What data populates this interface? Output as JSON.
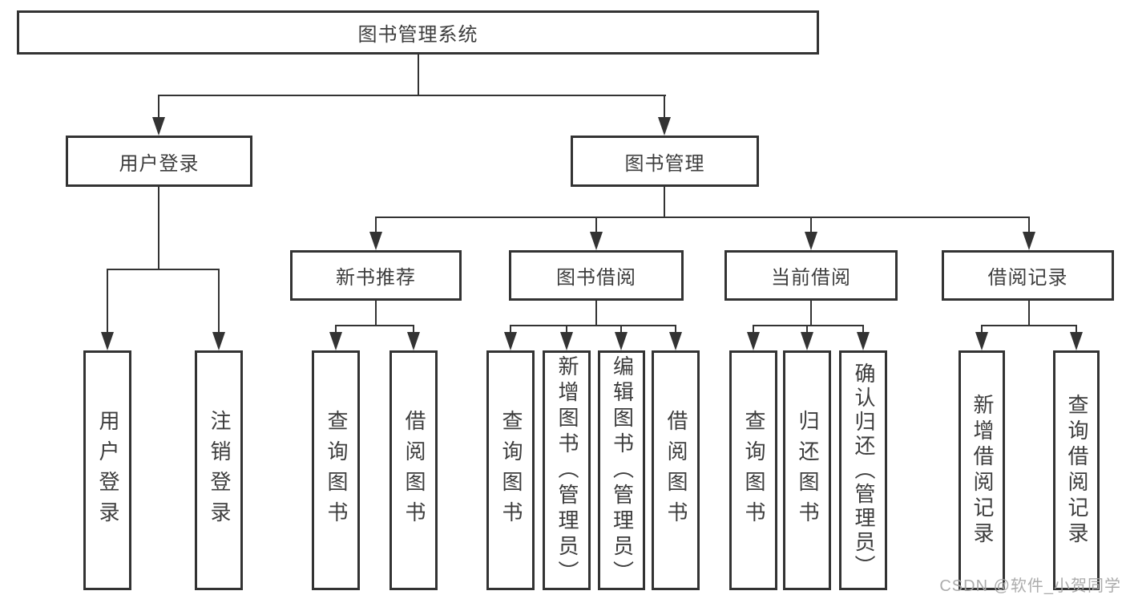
{
  "diagram": {
    "root": {
      "label": "图书管理系统"
    },
    "level1": [
      {
        "id": "user-login",
        "label": "用户登录",
        "parent": "图书管理系统"
      },
      {
        "id": "book-management",
        "label": "图书管理",
        "parent": "图书管理系统"
      }
    ],
    "level2": [
      {
        "id": "new-book-recommend",
        "label": "新书推荐",
        "parent": "图书管理"
      },
      {
        "id": "book-borrow",
        "label": "图书借阅",
        "parent": "图书管理"
      },
      {
        "id": "current-borrow",
        "label": "当前借阅",
        "parent": "图书管理"
      },
      {
        "id": "borrow-records",
        "label": "借阅记录",
        "parent": "图书管理"
      }
    ],
    "leaves": [
      {
        "id": "user-login-leaf",
        "label": "用户登录",
        "parent": "用户登录"
      },
      {
        "id": "logout",
        "label": "注销登录",
        "parent": "用户登录"
      },
      {
        "id": "query-books-recommend",
        "label": "查询图书",
        "parent": "新书推荐"
      },
      {
        "id": "borrow-book-recommend",
        "label": "借阅图书",
        "parent": "新书推荐"
      },
      {
        "id": "query-books-borrow",
        "label": "查询图书",
        "parent": "图书借阅"
      },
      {
        "id": "add-book-admin",
        "label": "新增图书（管理员）",
        "parent": "图书借阅"
      },
      {
        "id": "edit-book-admin",
        "label": "编辑图书（管理员）",
        "parent": "图书借阅"
      },
      {
        "id": "borrow-book",
        "label": "借阅图书",
        "parent": "图书借阅"
      },
      {
        "id": "query-books-current",
        "label": "查询图书",
        "parent": "当前借阅"
      },
      {
        "id": "return-book",
        "label": "归还图书",
        "parent": "当前借阅"
      },
      {
        "id": "confirm-return-admin",
        "label": "确认归还（管理员）",
        "parent": "当前借阅"
      },
      {
        "id": "add-borrow-record",
        "label": "新增借阅记录",
        "parent": "借阅记录"
      },
      {
        "id": "query-borrow-record",
        "label": "查询借阅记录",
        "parent": "借阅记录"
      }
    ]
  },
  "watermark": {
    "text": "CSDN @软件_小贺同学"
  },
  "colors": {
    "line": "#333333",
    "text": "#3d3d3d",
    "background": "#ffffff",
    "watermark": "#a8a8a8"
  }
}
